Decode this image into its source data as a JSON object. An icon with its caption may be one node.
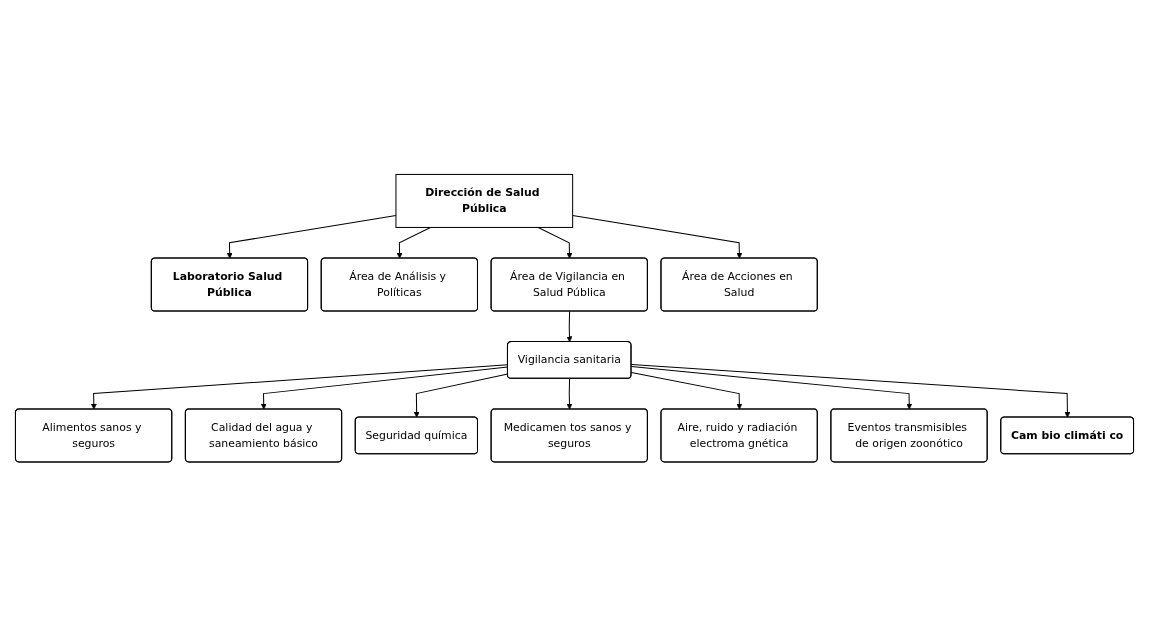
{
  "diagram": {
    "nodes": [
      {
        "text": [
          "Dirección de Salud Pública"
        ]
      },
      {
        "text": [
          "Laboratorio Salud Pública"
        ]
      },
      {
        "text": [
          "Área de Análisis y Políticas"
        ]
      },
      {
        "text": [
          "Área de Vigilancia en Salud Pública"
        ]
      },
      {
        "text": [
          "Área de Acciones en Salud"
        ]
      },
      {
        "text": [
          "Vigilancia sanitaria"
        ]
      },
      {
        "text": [
          "Alimentos sanos y seguros"
        ]
      },
      {
        "text": [
          "Calidad del agua y saneamiento básico"
        ]
      },
      {
        "text": [
          "Seguridad química"
        ]
      },
      {
        "text": [
          "Medicamen tos sanos y seguros"
        ]
      },
      {
        "text": [
          "Aire, ruido y radiación electroma gnética"
        ]
      },
      {
        "text": [
          "Eventos transmisibles de origen zoonótico"
        ]
      },
      {
        "text": [
          "Cam bio climáti co"
        ]
      }
    ],
    "edges": [
      {
        "from": 0,
        "to": 1,
        "arrow": "to"
      },
      {
        "from": 0,
        "to": 2,
        "arrow": "to"
      },
      {
        "from": 0,
        "to": 3,
        "arrow": "to"
      },
      {
        "from": 0,
        "to": 4,
        "arrow": "to"
      },
      {
        "from": 3,
        "to": 5,
        "arrow": "to"
      },
      {
        "from": 5,
        "to": 6,
        "arrow": "to"
      },
      {
        "from": 5,
        "to": 7,
        "arrow": "to"
      },
      {
        "from": 5,
        "to": 8,
        "arrow": "to"
      },
      {
        "from": 5,
        "to": 9,
        "arrow": "to"
      },
      {
        "from": 5,
        "to": 10,
        "arrow": "to"
      },
      {
        "from": 5,
        "to": 11,
        "arrow": "to"
      },
      {
        "from": 5,
        "to": 12,
        "arrow": "to"
      }
    ]
  }
}
